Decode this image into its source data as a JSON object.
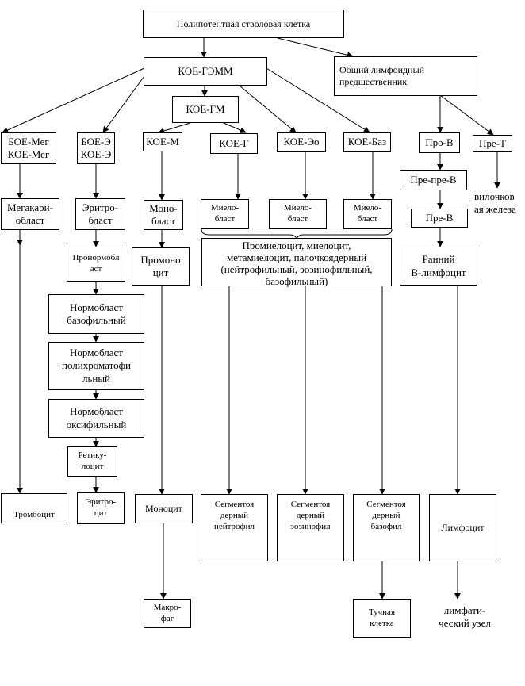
{
  "nodes": {
    "stem": "Полипотентная стволовая клетка",
    "koe_gemm": "КОЕ-ГЭММ",
    "lymph_prec": "Общий лимфоидный\nпредшественник",
    "koe_gm": "КОЕ-ГМ",
    "boe_meg": "БОЕ-Мег\nКОЕ-Мег",
    "boe_e": "БОЕ-Э\nКОЕ-Э",
    "koe_m": "КОЕ-М",
    "koe_g": "КОЕ-Г",
    "koe_eo": "КОЕ-Эо",
    "koe_baz": "КОЕ-Баз",
    "pro_b": "Про-В",
    "pre_t": "Пре-Т",
    "megakaryoblast": "Мегакари-\nобласт",
    "erythroblast": "Эритро-\nбласт",
    "monoblast": "Моно-\nбласт",
    "myeloblast_n": "Миело-\nбласт",
    "myeloblast_e": "Миело-\nбласт",
    "myeloblast_b": "Миело-\nбласт",
    "pre_pre_b": "Пре-пре-В",
    "thymus": "вилочков\nая железа",
    "pronormoblast": "Пронормобл\nаст",
    "promonocyte": "Промоно\nцит",
    "promyelocyte": "Промиелоцит, миелоцит,\nметамиелоцит, палочкоядерный\n(нейтрофильный, эозинофильный,\nбазофильный)",
    "pre_b": "Пре-В",
    "early_b": "Ранний\nВ-лимфоцит",
    "normo_baso": "Нормобласт\nбазофильный",
    "normo_poly": "Нормобласт\nполихроматофи\nльный",
    "normo_oxy": "Нормобласт\nоксифильный",
    "reticulocyte": "Ретику-\nлоцит",
    "thrombocyte": "Тромбоцит",
    "erythrocyte": "Эритро-\nцит",
    "monocyte": "Моноцит",
    "seg_neut": "Сегментоя\nдерный\nнейтрофил",
    "seg_eos": "Сегментоя\nдерный\nэозинофил",
    "seg_baso": "Сегментоя\nдерный\nбазофил",
    "lymphocyte": "Лимфоцит",
    "macrophage": "Макро-\nфаг",
    "mast_cell": "Тучная\nклетка",
    "lymph_node": "лимфати-\nческий узел"
  }
}
